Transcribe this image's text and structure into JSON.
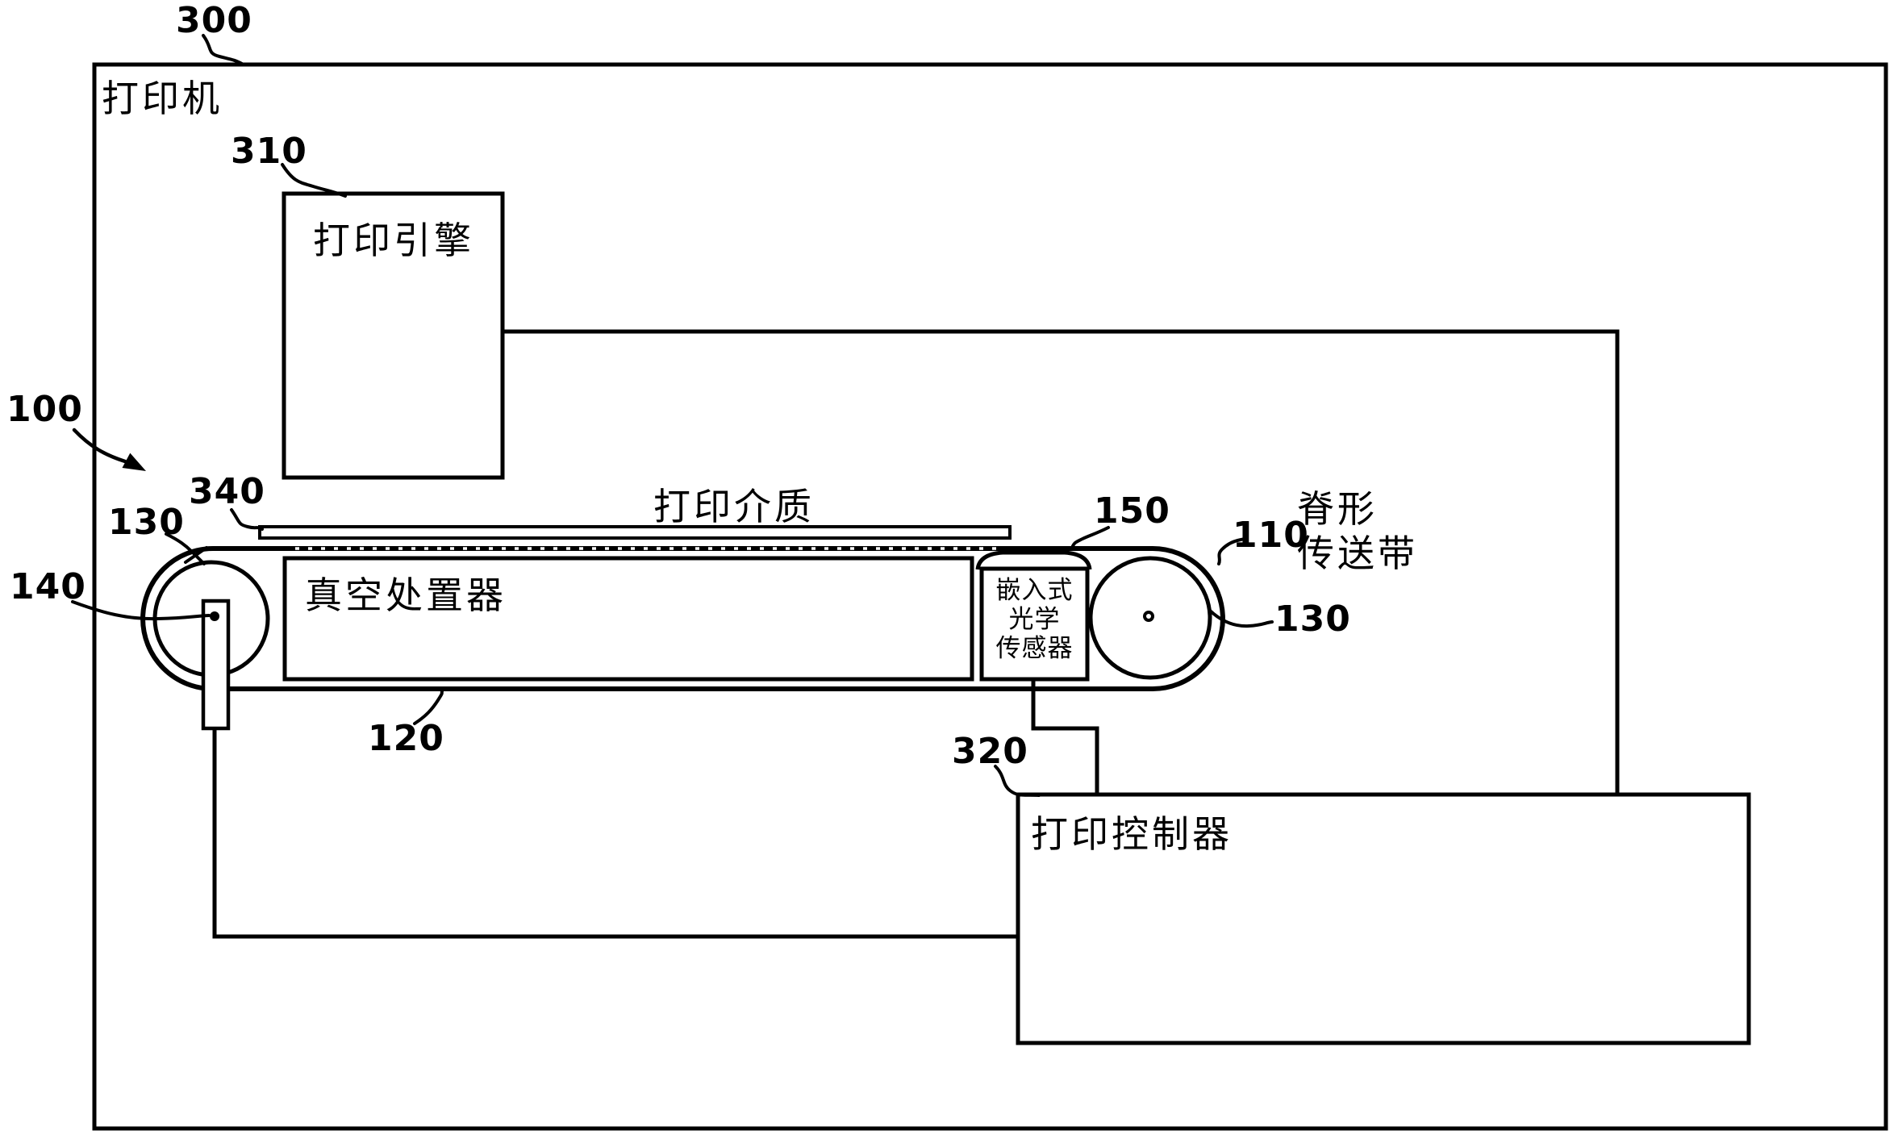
{
  "diagram": {
    "colors": {
      "ink": "#000000",
      "background": "#ffffff"
    },
    "boxes": {
      "printer_label": "打印机",
      "print_engine_label": "打印引擎",
      "vacuum_handler_label": "真空处置器",
      "print_controller_label": "打印控制器"
    },
    "belt": {
      "print_media_label": "打印介质",
      "ridge_belt_label_line1": "脊形",
      "ridge_belt_label_line2": "传送带",
      "sensor_label_line1": "嵌入式",
      "sensor_label_line2": "光学",
      "sensor_label_line3": "传感器"
    },
    "refs": {
      "n100": "100",
      "n110": "110",
      "n120": "120",
      "n130_left": "130",
      "n130_right": "130",
      "n140": "140",
      "n150": "150",
      "n300": "300",
      "n310": "310",
      "n320": "320",
      "n340": "340"
    }
  }
}
